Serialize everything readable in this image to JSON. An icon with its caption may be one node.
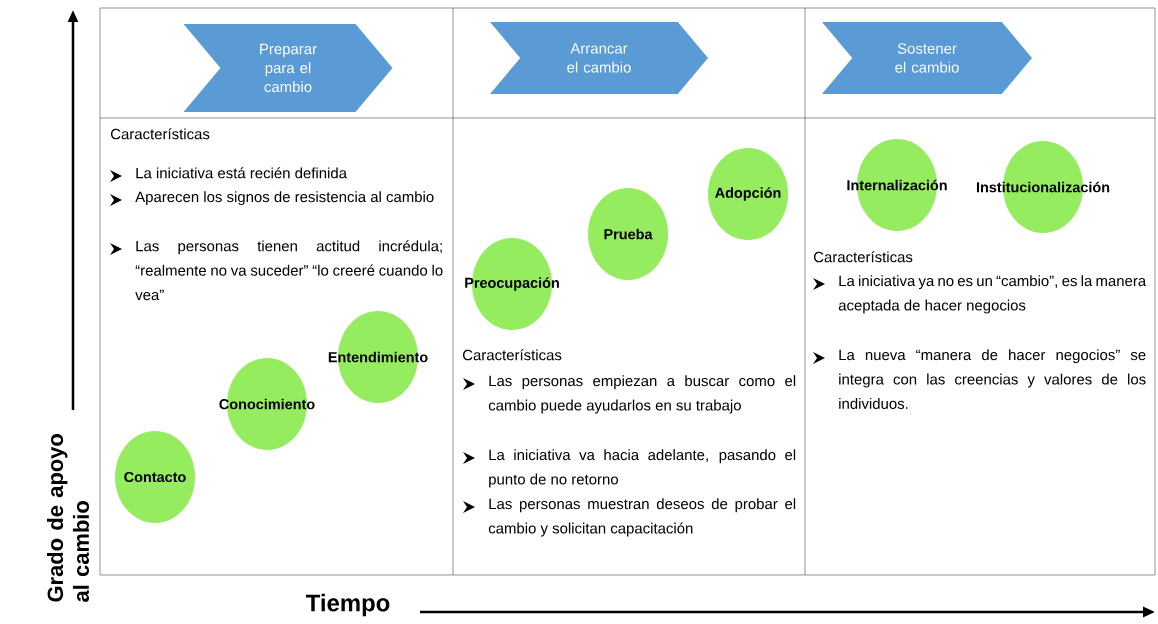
{
  "diagram": {
    "nodes": [
      {
        "text": [
          "Preparar para el cambio"
        ]
      },
      {
        "text": [
          "Arrancar el cambio"
        ]
      },
      {
        "text": [
          "Sostener el cambio"
        ]
      },
      {
        "text": [
          "Contacto"
        ]
      },
      {
        "text": [
          "Conocimiento"
        ]
      },
      {
        "text": [
          "Entendimiento"
        ]
      },
      {
        "text": [
          "Preocupación"
        ]
      },
      {
        "text": [
          "Prueba"
        ]
      },
      {
        "text": [
          "Adopción"
        ]
      },
      {
        "text": [
          "Internalización"
        ]
      },
      {
        "text": [
          "Institucionalización"
        ]
      }
    ],
    "labels": [
      "Grado de apoyo al cambio",
      "Tiempo",
      "Características",
      "La iniciativa está recién definida",
      "Aparecen los signos de resistencia al cambio",
      "Las personas tienen actitud incrédula; “realmente no va suceder” “lo creeré cuando lo vea”",
      "Características",
      "Las personas empiezan a buscar como el cambio puede ayudarlos en su trabajo",
      "La iniciativa va hacia adelante, pasando el punto de no retorno",
      "Las personas muestran deseos de probar el cambio y solicitan capacitación",
      "Características",
      "La iniciativa ya no es un “cambio”, es la manera aceptada de hacer negocios",
      "La nueva “manera de hacer negocios” se integra con las creencias y valores de los individuos."
    ]
  }
}
